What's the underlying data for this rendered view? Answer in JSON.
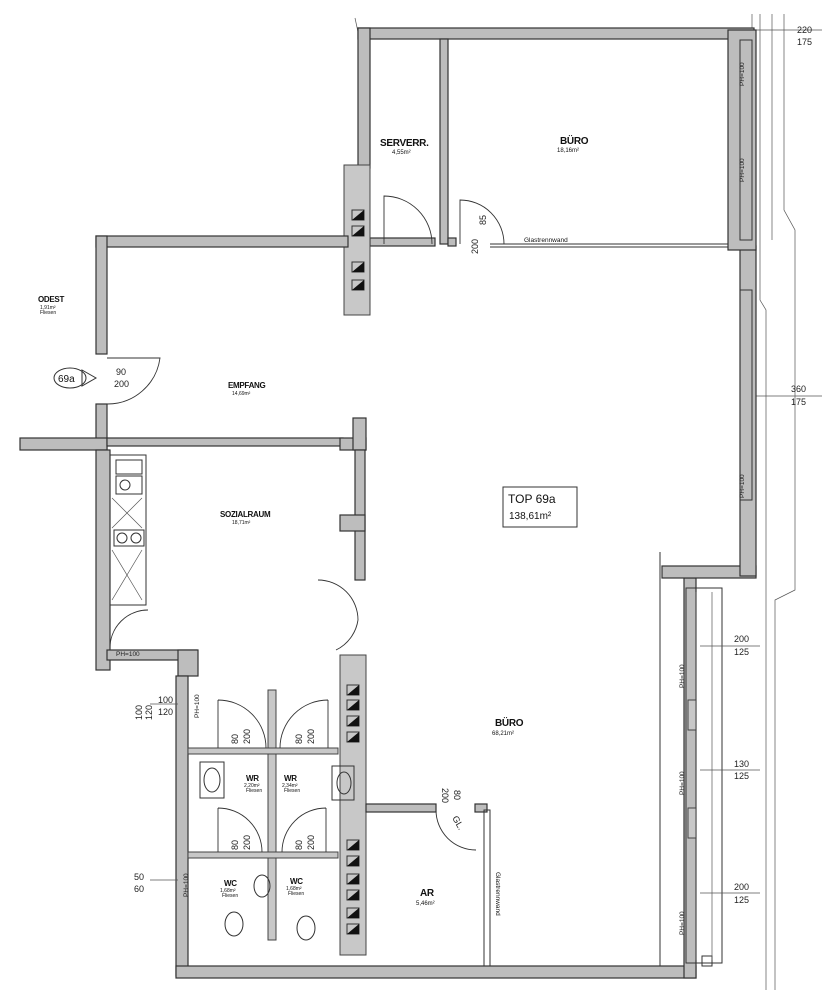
{
  "unit": {
    "name": "TOP 69a",
    "area": "138,61m²",
    "entrance_marker": "69a"
  },
  "rooms": {
    "serverraum": {
      "name": "SERVERR.",
      "area": "4,55m²"
    },
    "buero_oben": {
      "name": "BÜRO",
      "area": "18,16m²"
    },
    "odest": {
      "name": "ODEST",
      "area": "1,91m²",
      "floor": "Fliesen"
    },
    "empfang": {
      "name": "EMPFANG",
      "area": "14,69m²"
    },
    "sozialraum": {
      "name": "SOZIALRAUM",
      "area": "18,71m²"
    },
    "buero_gross": {
      "name": "BÜRO",
      "area": "68,21m²"
    },
    "wr_links": {
      "name": "WR",
      "area": "2,20m²",
      "floor": "Fliesen"
    },
    "wr_rechts": {
      "name": "WR",
      "area": "2,34m²",
      "floor": "Fliesen"
    },
    "wc_links": {
      "name": "WC",
      "area": "1,68m²",
      "floor": "Fliesen"
    },
    "wc_rechts": {
      "name": "WC",
      "area": "1,68m²",
      "floor": "Fliesen"
    },
    "ar": {
      "name": "AR",
      "area": "5,46m²"
    }
  },
  "labels": {
    "glastrennwand": "Glastrennwand",
    "gl": "GL.",
    "ph100": "PH=100"
  },
  "dimensions": {
    "top_right": [
      "220",
      "175"
    ],
    "right_mid": [
      "360",
      "175"
    ],
    "right_1": [
      "200",
      "125"
    ],
    "right_2": [
      "130",
      "125"
    ],
    "right_3": [
      "200",
      "125"
    ],
    "entrance_door": [
      "90",
      "200"
    ],
    "buero_door": [
      "85",
      "200"
    ],
    "sozial_window": [
      "100",
      "120"
    ],
    "sozial_window_b": [
      "100",
      "120"
    ],
    "wr_door_l": [
      "80",
      "200"
    ],
    "wr_door_r": [
      "80",
      "200"
    ],
    "wc_door_l": [
      "80",
      "200"
    ],
    "wc_door_r": [
      "80",
      "200"
    ],
    "wc_window": [
      "50",
      "60"
    ],
    "ar_door": [
      "80",
      "200"
    ]
  }
}
